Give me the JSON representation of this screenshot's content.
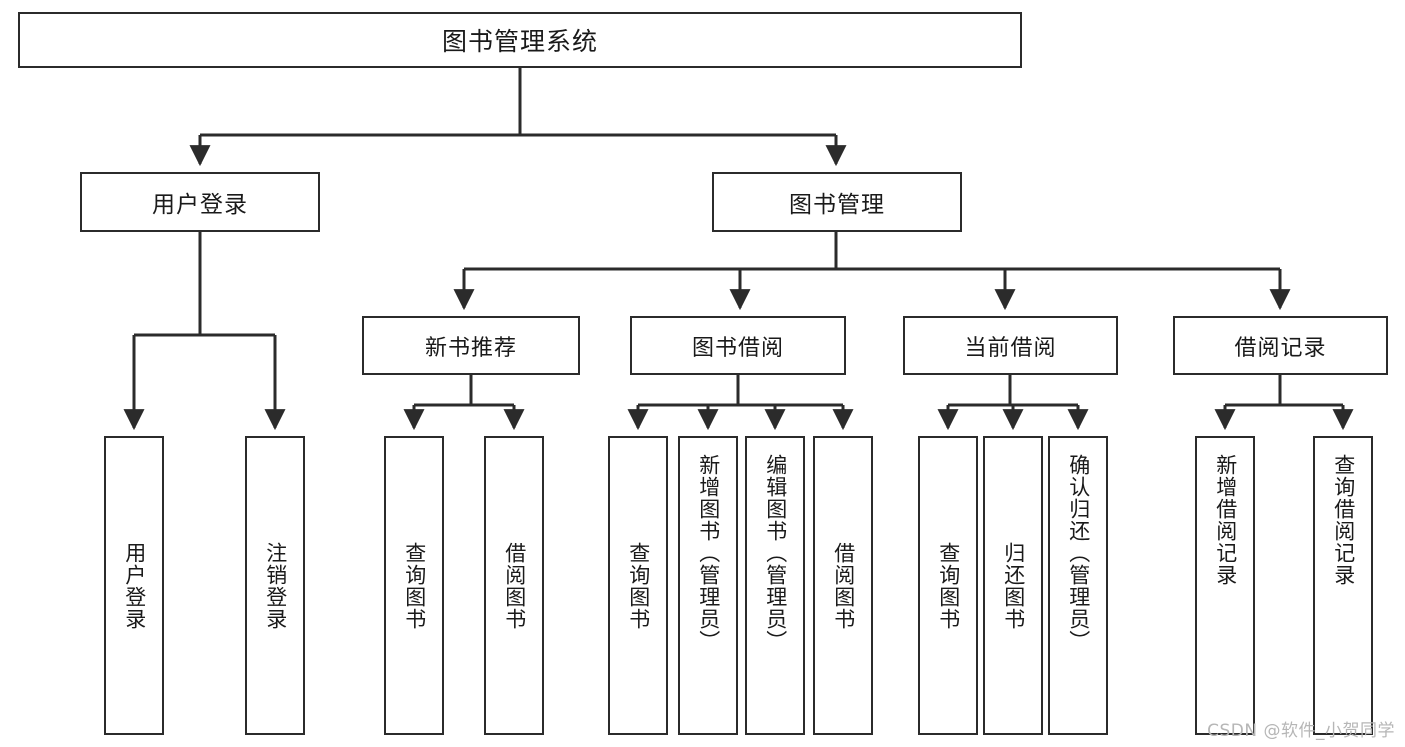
{
  "diagram": {
    "title": "图书管理系统",
    "watermark": "CSDN @软件_小贺同学",
    "line_color": "#2b2b2b",
    "box_fill": "#ffffff",
    "text_color": "#1a1a1a",
    "watermark_color": "#b6b6b6"
  },
  "nodes": {
    "root": {
      "label": "图书管理系统"
    },
    "level2": [
      {
        "label": "用户登录"
      },
      {
        "label": "图书管理"
      }
    ],
    "level3": [
      {
        "label": "新书推荐"
      },
      {
        "label": "图书借阅"
      },
      {
        "label": "当前借阅"
      },
      {
        "label": "借阅记录"
      }
    ],
    "leaves": {
      "user_login": [
        {
          "label": "用户登录"
        },
        {
          "label": "注销登录"
        }
      ],
      "new_book_recommend": [
        {
          "label": "查询图书"
        },
        {
          "label": "借阅图书"
        }
      ],
      "book_borrow": [
        {
          "label": "查询图书"
        },
        {
          "label": "新增图书（管理员）"
        },
        {
          "label": "编辑图书（管理员）"
        },
        {
          "label": "借阅图书"
        }
      ],
      "current_borrow": [
        {
          "label": "查询图书"
        },
        {
          "label": "归还图书"
        },
        {
          "label": "确认归还（管理员）"
        }
      ],
      "borrow_records": [
        {
          "label": "新增借阅记录"
        },
        {
          "label": "查询借阅记录"
        }
      ]
    }
  }
}
